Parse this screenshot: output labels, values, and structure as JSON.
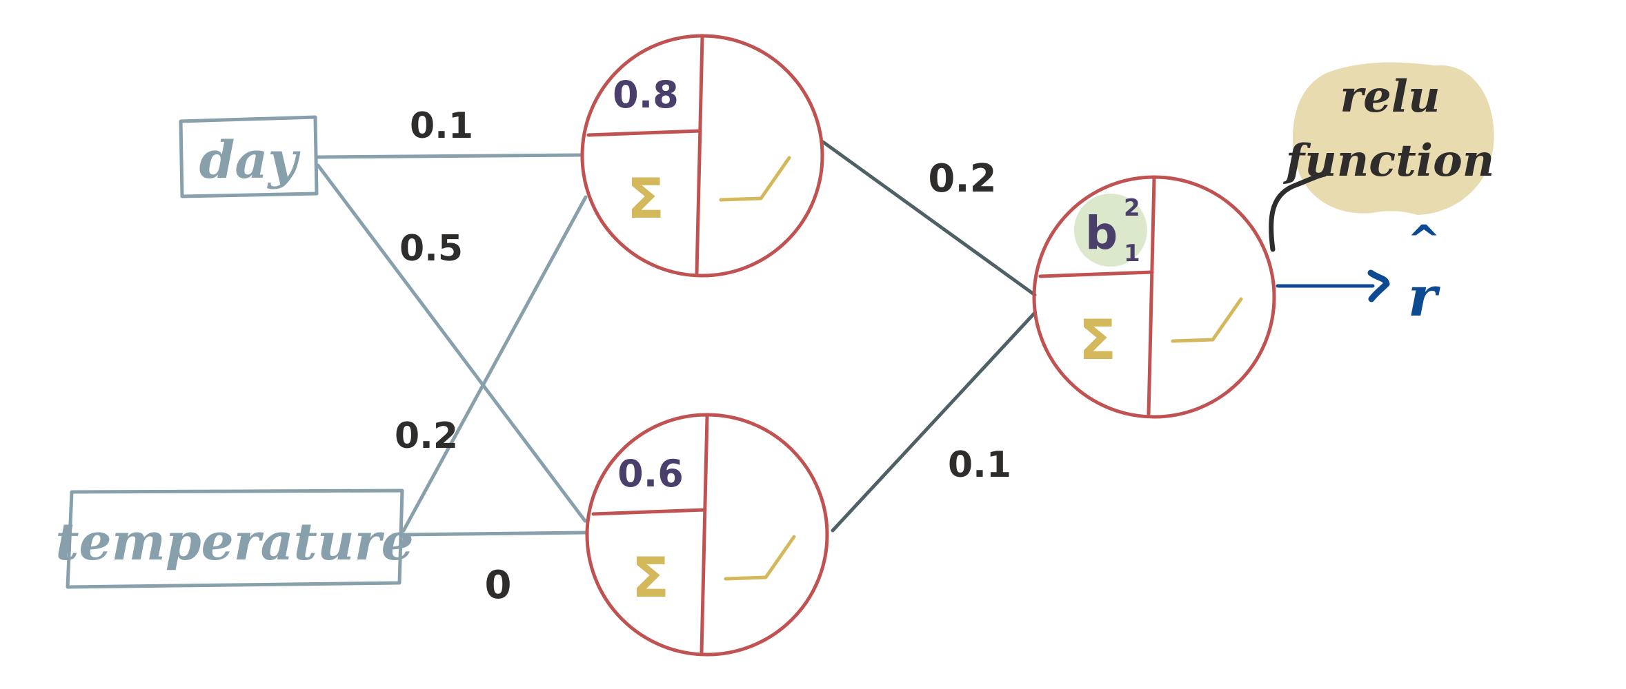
{
  "colors": {
    "input": "#87a0ab",
    "node": "#c05252",
    "activation": "#d4b85c",
    "weight_text": "#2f2c2c",
    "bias_text": "#4a3e6a",
    "output": "#0c4a91",
    "hidden_edge": "#4e6164",
    "note_bg": "#e8dbb0",
    "bias_highlight": "#dbe8cc"
  },
  "inputs": [
    {
      "id": "day",
      "label": "day"
    },
    {
      "id": "temperature",
      "label": "temperature"
    }
  ],
  "nodes": [
    {
      "id": "h1",
      "bias": "0.8",
      "sum_symbol": "Σ"
    },
    {
      "id": "h2",
      "bias": "0.6",
      "sum_symbol": "Σ"
    },
    {
      "id": "out",
      "bias": "b",
      "bias_sup": "2",
      "bias_sub": "1",
      "sum_symbol": "Σ"
    }
  ],
  "weights": {
    "day_h1": "0.1",
    "day_h2": "0.5",
    "temp_h1": "0.2",
    "temp_h2": "0",
    "h1_out": "0.2",
    "h2_out": "0.1"
  },
  "note": {
    "line1": "relu",
    "line2": "function"
  },
  "output": {
    "label": "r",
    "hat": "^"
  }
}
